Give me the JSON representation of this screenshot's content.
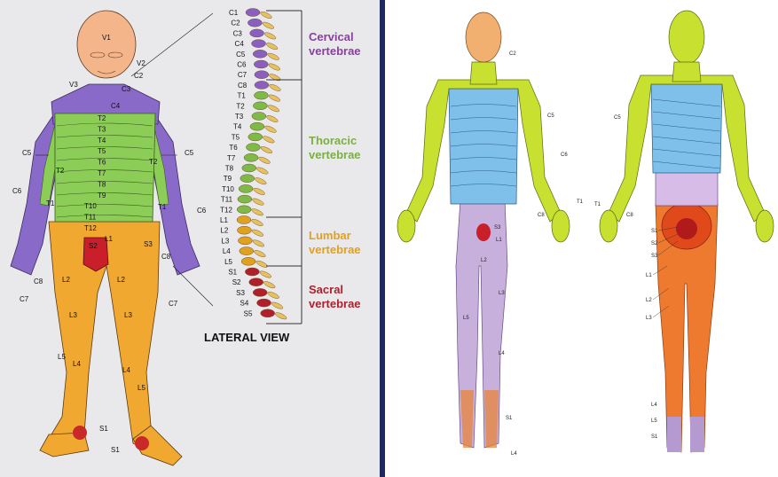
{
  "colors": {
    "cervical": "#8a5fbf",
    "thoracic": "#7fb948",
    "lumbar": "#e0a020",
    "sacral": "#b0202a",
    "frame": "#1f2a5c"
  },
  "left_diagram": {
    "face_labels": {
      "v1": "V1",
      "v2": "V2",
      "v3": "V3"
    },
    "cervical_labels": {
      "c2": "C2",
      "c3": "C3",
      "c4": "C4",
      "c5l": "C5",
      "c5r": "C5",
      "c6l": "C6",
      "c6r": "C6",
      "c7l": "C7",
      "c7r": "C7",
      "c8l": "C8",
      "c8r": "C8"
    },
    "trunk_labels": [
      "T2",
      "T3",
      "T4",
      "T5",
      "T6",
      "T7",
      "T8",
      "T9",
      "T10",
      "T11",
      "T12"
    ],
    "arm_labels": {
      "t1l": "T1",
      "t1r": "T1",
      "t2l": "T2",
      "t2r": "T2"
    },
    "leg_labels": {
      "l1": "L1",
      "l2l": "L2",
      "l2r": "L2",
      "l3l": "L3",
      "l3r": "L3",
      "l4l": "L4",
      "l4r": "L4",
      "l5l": "L5",
      "l5r": "L5",
      "s1a": "S1",
      "s1b": "S1",
      "s2": "S2",
      "s3": "S3"
    },
    "spine_labels": [
      "C1",
      "C2",
      "C3",
      "C4",
      "C5",
      "C6",
      "C7",
      "C8",
      "T1",
      "T2",
      "T3",
      "T4",
      "T5",
      "T6",
      "T7",
      "T8",
      "T9",
      "T10",
      "T11",
      "T12",
      "L1",
      "L2",
      "L3",
      "L4",
      "L5",
      "S1",
      "S2",
      "S3",
      "S4",
      "S5"
    ],
    "regions": {
      "cervical_l1": "Cervical",
      "cervical_l2": "vertebrae",
      "thoracic_l1": "Thoracic",
      "thoracic_l2": "vertebrae",
      "lumbar_l1": "Lumbar",
      "lumbar_l2": "vertebrae",
      "sacral_l1": "Sacral",
      "sacral_l2": "vertebrae"
    },
    "view_label": "LATERAL VIEW"
  },
  "right_diagram": {
    "front_labels": {
      "c2": "C2",
      "c5": "C5",
      "c6": "C6",
      "c8": "C8",
      "t1": "T1",
      "s3": "S3",
      "l1": "L1",
      "l2": "L2",
      "l3": "L3",
      "l4": "L4",
      "l5": "L5",
      "s1": "S1",
      "l4b": "L4"
    },
    "back_labels": {
      "c5": "C5",
      "c8": "C8",
      "t1": "T1",
      "s1": "S1",
      "s2": "S2",
      "s3": "S3",
      "l1": "L1",
      "l2": "L2",
      "l3": "L3",
      "l4": "L4",
      "l5": "L5",
      "s1b": "S1"
    }
  }
}
